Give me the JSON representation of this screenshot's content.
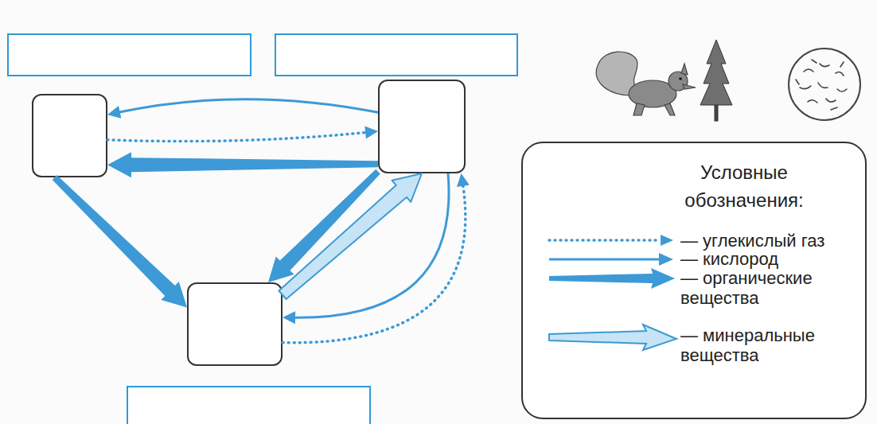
{
  "diagram": {
    "nodes": [
      {
        "text": []
      },
      {
        "text": []
      },
      {
        "text": []
      }
    ],
    "edges": [
      {
        "from": 1,
        "to": 0,
        "arrow": "to"
      },
      {
        "from": 0,
        "to": 1,
        "arrow": "to"
      },
      {
        "from": 1,
        "to": 0,
        "arrow": "to"
      },
      {
        "from": 0,
        "to": 2,
        "arrow": "to"
      },
      {
        "from": 1,
        "to": 2,
        "arrow": "to"
      },
      {
        "from": 2,
        "to": 1,
        "arrow": "to"
      },
      {
        "from": 1,
        "to": 2,
        "arrow": "to"
      },
      {
        "from": 2,
        "to": 1,
        "arrow": "to"
      }
    ],
    "labels": [
      "Условные обозначения:"
    ],
    "legend": [
      {
        "text": "— углекислый газ"
      },
      {
        "text": "— кислород"
      },
      {
        "text": "— органические вещества"
      },
      {
        "text": "— минеральные вещества"
      }
    ]
  }
}
